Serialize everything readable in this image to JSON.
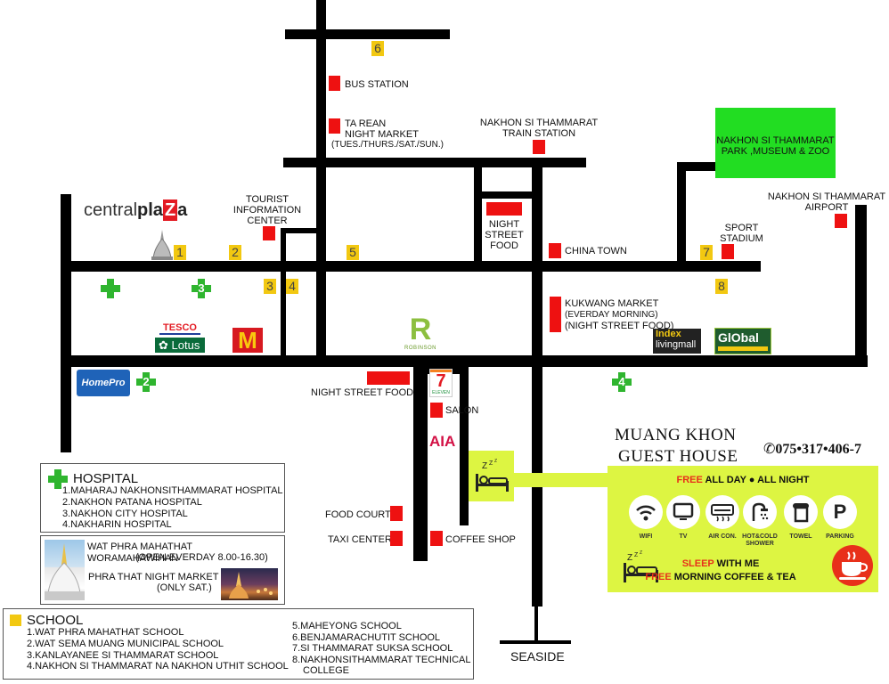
{
  "roads_label": {
    "seaside": "SEASIDE"
  },
  "places": {
    "bus_station": "BUS STATION",
    "ta_rean_1": "TA REAN",
    "ta_rean_2": "NIGHT MARKET",
    "ta_rean_3": "(TUES./THURS./SAT./SUN.)",
    "train_1": "NAKHON SI THAMMARAT",
    "train_2": "TRAIN STATION",
    "park_1": "NAKHON SI THAMMARAT",
    "park_2": "PARK ,MUSEUM & ZOO",
    "airport_1": "NAKHON SI THAMMARAT",
    "airport_2": "AIRPORT",
    "tourist_1": "TOURIST",
    "tourist_2": "INFORMATION",
    "tourist_3": "CENTER",
    "nsf_1": "NIGHT",
    "nsf_2": "STREET",
    "nsf_3": "FOOD",
    "china_town": "CHINA TOWN",
    "stadium_1": "SPORT",
    "stadium_2": "STADIUM",
    "kukwang_1": "KUKWANG MARKET",
    "kukwang_2": "(EVERDAY MORNING)",
    "kukwang_3": "(NIGHT STREET FOOD)",
    "night_street_food": "NIGHT STREET FOOD",
    "salon": "SALON",
    "food_court": "FOOD COURT",
    "taxi_center": "TAXI CENTER",
    "coffee_shop": "COFFEE SHOP"
  },
  "brands": {
    "central_a": "central",
    "central_b": "pla",
    "central_c": "a",
    "tesco": "TESCO",
    "lotus": "Lotus",
    "robinson": "ROBINSON",
    "eleven": "ELEVEN",
    "aia": "AIA",
    "homepro": "HomePro",
    "index_1": "Index",
    "index_2": "livingmall",
    "global": "GlObal"
  },
  "markers": {
    "school_1": "1",
    "school_2": "2",
    "school_3": "3",
    "school_4": "4",
    "school_5": "5",
    "school_6": "6",
    "school_7": "7",
    "school_8": "8",
    "hosp_2": "2",
    "hosp_3": "3",
    "hosp_4": "4"
  },
  "hospital_box": {
    "title": "HOSPITAL",
    "items": [
      "1.MAHARAJ NAKHONSITHAMMARAT HOSPITAL",
      "2.NAKHON PATANA HOSPITAL",
      "3.NAKHON CITY HOSPITAL",
      "4.NAKHARIN HOSPITAL"
    ]
  },
  "temple_box": {
    "line1": "WAT PHRA MAHATHAT WORAMAHAWIHAN",
    "line2": "(OPEN EVERDAY 8.00-16.30)",
    "line3": "PHRA THAT NIGHT MARKET",
    "line4": "(ONLY SAT.)"
  },
  "school_box": {
    "title": "SCHOOL",
    "left": [
      "1.WAT PHRA MAHATHAT SCHOOL",
      "2.WAT SEMA MUANG MUNICIPAL SCHOOL",
      "3.KANLAYANEE SI THAMMARAT SCHOOL",
      "4.NAKHON SI THAMMARAT NA NAKHON UTHIT SCHOOL"
    ],
    "right": [
      "5.MAHEYONG SCHOOL",
      "6.BENJAMARACHUTIT SCHOOL",
      "7.SI THAMMARAT SUKSA SCHOOL",
      "8.NAKHONSITHAMMARAT TECHNICAL",
      "COLLEGE"
    ]
  },
  "guest_house": {
    "name_1": "MUANG KHON",
    "name_2": "GUEST HOUSE",
    "phone": "075•317•406-7",
    "free_1": "FREE",
    "free_2": " ALL DAY",
    "free_3": " ALL NIGHT",
    "features": [
      "WIFI",
      "TV",
      "AIR CON.",
      "HOT&COLD SHOWER",
      "TOWEL",
      "PARKING"
    ],
    "parking_glyph": "P",
    "sleep_1": "SLEEP",
    "sleep_2": " WITH ME",
    "coffee_1": "FREE",
    "coffee_2": " MORNING COFFEE & TEA"
  },
  "colors": {
    "road": "#000000",
    "marker_red": "#ee1111",
    "school_yellow": "#f2c811",
    "hospital_green": "#2fb52f",
    "park_green": "#22dd22",
    "guest_lime": "#ddf542",
    "free_red": "#e8301a"
  }
}
